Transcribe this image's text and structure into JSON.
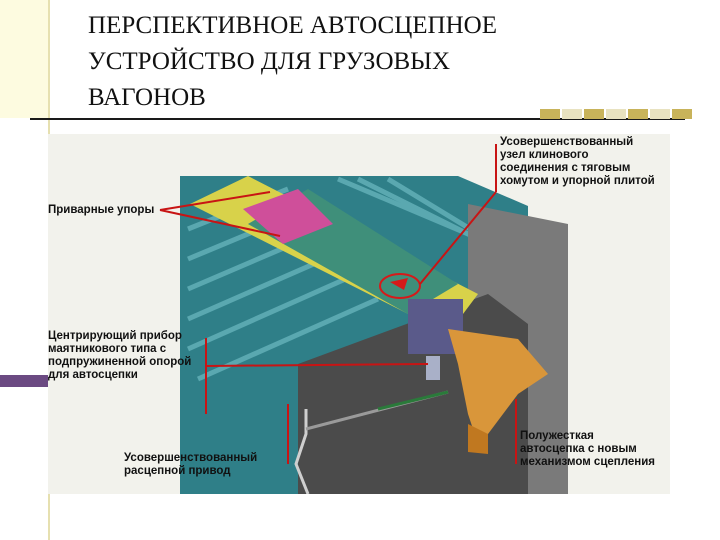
{
  "slide": {
    "title_lines": [
      "ПЕРСПЕКТИВНОЕ АВТОСЦЕПНОЕ",
      "УСТРОЙСТВО ДЛЯ ГРУЗОВЫХ",
      "ВАГОНОВ"
    ],
    "accent_colors": {
      "gold": "#c8b35a",
      "beige": "#e8e2c0",
      "purple": "#6b4a82",
      "leader": "#c81414"
    }
  },
  "figure": {
    "labels": {
      "welded_stops": "Приварные упоры",
      "improved_wedge": [
        "Усовершенствованный",
        "узел клинового",
        "соединения с тяговым",
        "хомутом и упорной плитой"
      ],
      "centering_device": [
        "Центрирующий прибор",
        "маятникового типа с",
        "подпружиненной опорой",
        "для автосцепки"
      ],
      "uncoupling_drive": [
        "Усовершенствованный",
        "расцепной привод"
      ],
      "semi_rigid": [
        "Полужесткая",
        "автосцепка с новым",
        "механизмом сцепления"
      ]
    }
  }
}
